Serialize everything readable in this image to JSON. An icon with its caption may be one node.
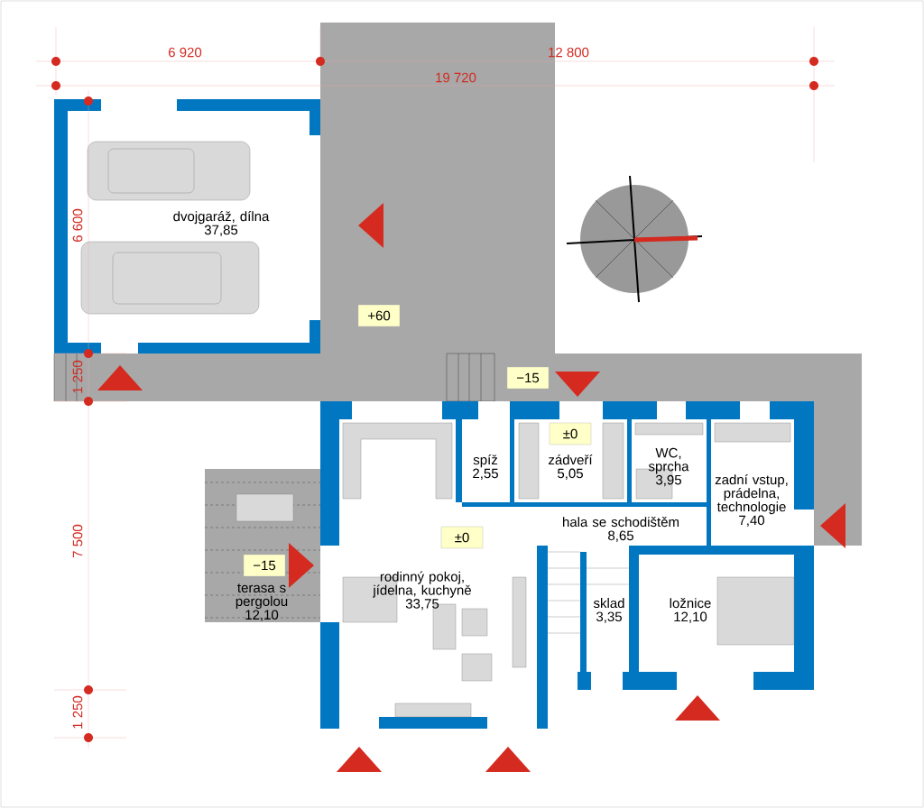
{
  "diagram": {
    "nodes": [
      {
        "text": [
          "dvojgaráž, dílna",
          "37,85"
        ]
      },
      {
        "text": [
          "terasa s pergolou",
          "12,10"
        ]
      },
      {
        "text": [
          "rodinný pokoj, jídelna, kuchyně",
          "33,75"
        ]
      },
      {
        "text": [
          "spíž",
          "2,55"
        ]
      },
      {
        "text": [
          "zádveří",
          "5,05"
        ]
      },
      {
        "text": [
          "WC, sprcha",
          "3,95"
        ]
      },
      {
        "text": [
          "zadní vstup, prádelna, technologie",
          "7,40"
        ]
      },
      {
        "text": [
          "hala se schodištěm",
          "8,65"
        ]
      },
      {
        "text": [
          "sklad",
          "3,35"
        ]
      },
      {
        "text": [
          "ložnice",
          "12,10"
        ]
      }
    ],
    "labels": [
      "6 920",
      "12 800",
      "19 720",
      "6 600",
      "+60",
      "1 250",
      "−15",
      "±0",
      "±0",
      "−15",
      "7 500",
      "1 250"
    ]
  }
}
